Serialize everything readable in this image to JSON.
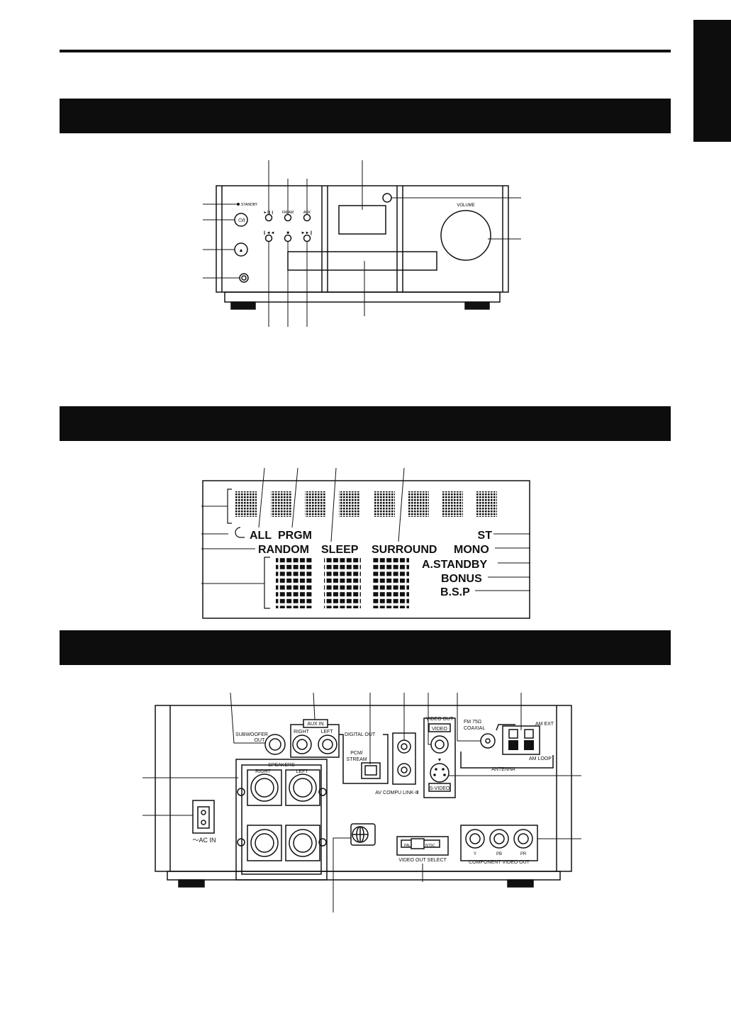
{
  "front": {
    "standby": "STANDBY",
    "play": "►/❙❙",
    "fmam": "FM/AM",
    "aux": "AUX",
    "power": "⏻/I",
    "eject": "▲",
    "prev": "❙◄◄",
    "stop": "■",
    "next": "►►❙",
    "volume": "VOLUME"
  },
  "display": {
    "all": "ALL",
    "prgm": "PRGM",
    "st": "ST",
    "random": "RANDOM",
    "sleep": "SLEEP",
    "surround": "SURROUND",
    "mono": "MONO",
    "astandby": "A.STANDBY",
    "bonus": "BONUS",
    "bsp": "B.S.P"
  },
  "rear": {
    "subwoofer1": "SUBWOOFER",
    "subwoofer2": "OUT",
    "auxin": "AUX IN",
    "right": "RIGHT",
    "left": "LEFT",
    "digitalout": "DIGITAL OUT",
    "pcm1": "PCM/",
    "pcm2": "STREAM",
    "videoout": "VIDEO OUT",
    "video": "VIDEO",
    "fm1": "FM 75Ω",
    "fm2": "COAXIAL",
    "amext": "AM EXT",
    "amloop": "AM LOOP",
    "antenna": "ANTENNA",
    "speakers": "SPEAKERS",
    "spkright": "RIGHT",
    "spkleft": "LEFT",
    "compulink": "AV COMPU LINK-Ⅲ",
    "svideo": "S-VIDEO",
    "acin": "～AC IN",
    "pal": "PAL",
    "ntsc": "NTSC",
    "videooutselect": "VIDEO OUT SELECT",
    "y": "Y",
    "pb": "PB",
    "pr": "PR",
    "component": "COMPONENT VIDEO OUT"
  }
}
